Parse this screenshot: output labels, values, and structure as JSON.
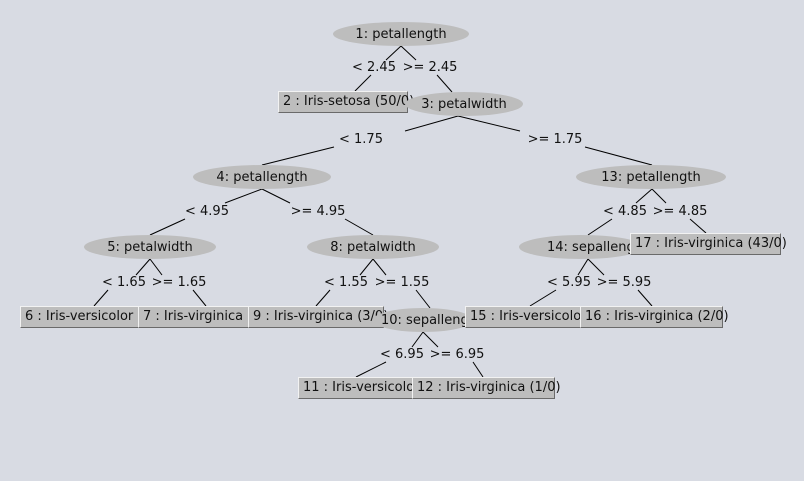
{
  "tree": {
    "nodes": [
      {
        "id": "n1",
        "label": "1: petallength"
      },
      {
        "id": "n2",
        "label": "2 : Iris-setosa (50/0)"
      },
      {
        "id": "n3",
        "label": "3: petalwidth"
      },
      {
        "id": "n4",
        "label": "4: petallength"
      },
      {
        "id": "n5",
        "label": "5: petalwidth"
      },
      {
        "id": "n6",
        "label": "6 : Iris-versicolor (47/0)"
      },
      {
        "id": "n7",
        "label": "7 : Iris-virginica (1/0)"
      },
      {
        "id": "n8",
        "label": "8: petalwidth"
      },
      {
        "id": "n9",
        "label": "9 : Iris-virginica (3/0)"
      },
      {
        "id": "n10",
        "label": "10: sepallength"
      },
      {
        "id": "n11",
        "label": "11 : Iris-versicolor (2/0)"
      },
      {
        "id": "n12",
        "label": "12 : Iris-virginica (1/0)"
      },
      {
        "id": "n13",
        "label": "13: petallength"
      },
      {
        "id": "n14",
        "label": "14: sepallength"
      },
      {
        "id": "n15",
        "label": "15 : Iris-versicolor (1/0)"
      },
      {
        "id": "n16",
        "label": "16 : Iris-virginica (2/0)"
      },
      {
        "id": "n17",
        "label": "17 : Iris-virginica (43/0)"
      }
    ],
    "edges": [
      {
        "id": "e1-2",
        "label": "< 2.45"
      },
      {
        "id": "e1-3",
        "label": ">= 2.45"
      },
      {
        "id": "e3-4",
        "label": "< 1.75"
      },
      {
        "id": "e3-13",
        "label": ">= 1.75"
      },
      {
        "id": "e4-5",
        "label": "< 4.95"
      },
      {
        "id": "e4-8",
        "label": ">= 4.95"
      },
      {
        "id": "e5-6",
        "label": "< 1.65"
      },
      {
        "id": "e5-7",
        "label": ">= 1.65"
      },
      {
        "id": "e8-9",
        "label": "< 1.55"
      },
      {
        "id": "e8-10",
        "label": ">= 1.55"
      },
      {
        "id": "e10-11",
        "label": "< 6.95"
      },
      {
        "id": "e10-12",
        "label": ">= 6.95"
      },
      {
        "id": "e13-14",
        "label": "< 4.85"
      },
      {
        "id": "e13-17",
        "label": ">= 4.85"
      },
      {
        "id": "e14-15",
        "label": "< 5.95"
      },
      {
        "id": "e14-16",
        "label": ">= 5.95"
      }
    ]
  }
}
